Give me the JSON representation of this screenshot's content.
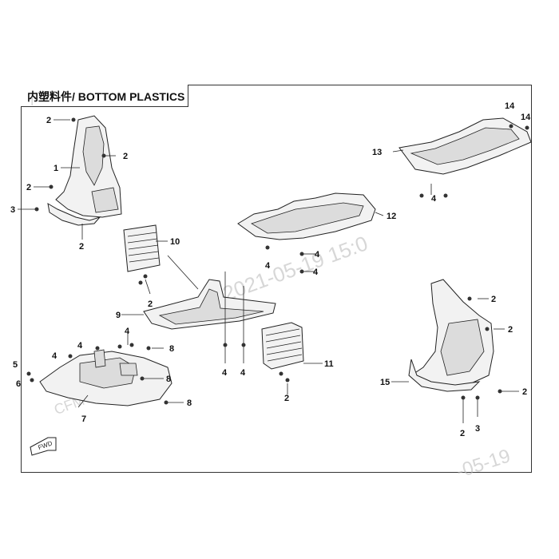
{
  "title": "内塑料件/ BOTTOM PLASTICS",
  "fwd_label": "FWD",
  "watermark": {
    "top": "2021-05-19 15:0",
    "bottom": "-05-19",
    "left": "CFMOTO",
    "corner": "I"
  },
  "callouts": {
    "c_2_a": "2",
    "c_1": "1",
    "c_2_b": "2",
    "c_2_c": "2",
    "c_3_a": "3",
    "c_2_d": "2",
    "c_10": "10",
    "c_2_e": "2",
    "c_9": "9",
    "c_4_a": "4",
    "c_4_b": "4",
    "c_4_c": "4",
    "c_8_a": "8",
    "c_8_b": "8",
    "c_8_c": "8",
    "c_5": "5",
    "c_6": "6",
    "c_7": "7",
    "c_4_d": "4",
    "c_4_e": "4",
    "c_11": "11",
    "c_2_f": "2",
    "c_12": "12",
    "c_4_f": "4",
    "c_4_g": "4",
    "c_4_h": "4",
    "c_13": "13",
    "c_14_a": "14",
    "c_14_b": "14",
    "c_4_i": "4",
    "c_2_g": "2",
    "c_2_h": "2",
    "c_15": "15",
    "c_2_i": "2",
    "c_2_j": "2",
    "c_3_b": "3"
  },
  "colors": {
    "frame": "#333333",
    "part_fill": "#f2f2f2",
    "watermark": "#b8b8b8"
  }
}
